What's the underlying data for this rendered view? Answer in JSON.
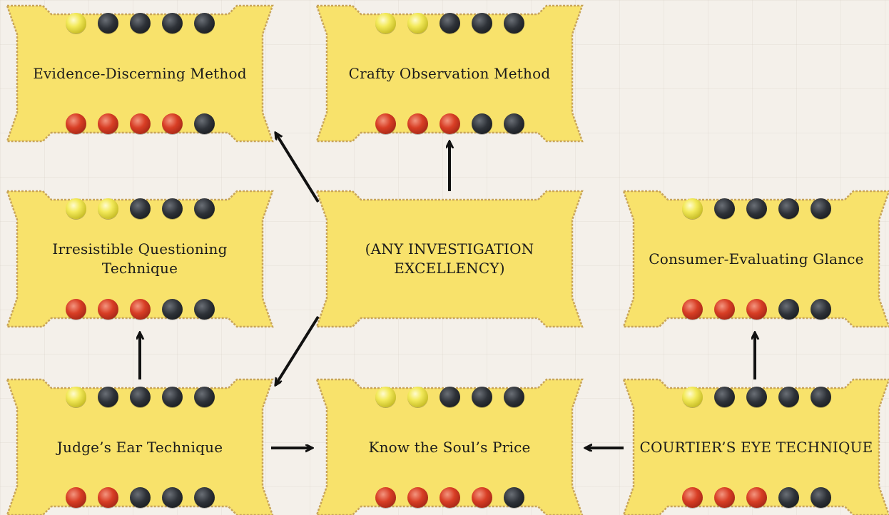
{
  "nodes": [
    {
      "id": "evidence",
      "name": "Evidence-Discerning Method",
      "top": [
        "yellow",
        "black",
        "black",
        "black",
        "black"
      ],
      "bottom": [
        "red",
        "red",
        "red",
        "red",
        "black"
      ]
    },
    {
      "id": "crafty",
      "name": "Crafty Observation Method",
      "top": [
        "yellow",
        "yellow",
        "black",
        "black",
        "black"
      ],
      "bottom": [
        "red",
        "red",
        "red",
        "black",
        "black"
      ]
    },
    {
      "id": "irresistible",
      "name": "Irresistible Questioning Technique",
      "top": [
        "yellow",
        "yellow",
        "black",
        "black",
        "black"
      ],
      "bottom": [
        "red",
        "red",
        "red",
        "black",
        "black"
      ]
    },
    {
      "id": "any",
      "name": "(ANY INVESTIGATION EXCELLENCY)",
      "top": [],
      "bottom": []
    },
    {
      "id": "consumer",
      "name": "Consumer-Evaluating Glance",
      "top": [
        "yellow",
        "black",
        "black",
        "black",
        "black"
      ],
      "bottom": [
        "red",
        "red",
        "red",
        "black",
        "black"
      ]
    },
    {
      "id": "judge",
      "name": "Judge’s Ear Technique",
      "top": [
        "yellow",
        "black",
        "black",
        "black",
        "black"
      ],
      "bottom": [
        "red",
        "red",
        "black",
        "black",
        "black"
      ]
    },
    {
      "id": "soul",
      "name": "Know the Soul’s Price",
      "top": [
        "yellow",
        "yellow",
        "black",
        "black",
        "black"
      ],
      "bottom": [
        "red",
        "red",
        "red",
        "red",
        "black"
      ]
    },
    {
      "id": "courtier",
      "name": "COURTIER’S EYE TECHNIQUE",
      "top": [
        "yellow",
        "black",
        "black",
        "black",
        "black"
      ],
      "bottom": [
        "red",
        "red",
        "red",
        "black",
        "black"
      ]
    }
  ],
  "edges": [
    {
      "from": "any",
      "to": "evidence"
    },
    {
      "from": "any",
      "to": "crafty"
    },
    {
      "from": "any",
      "to": "judge"
    },
    {
      "from": "judge",
      "to": "irresistible"
    },
    {
      "from": "judge",
      "to": "soul"
    },
    {
      "from": "courtier",
      "to": "soul"
    },
    {
      "from": "courtier",
      "to": "consumer"
    }
  ],
  "colors": {
    "card_fill": "#f8e26b",
    "card_border": "#c8a45a",
    "arrow": "#111111",
    "dot_yellow": "#f3ea5a",
    "dot_black": "#2e3238",
    "dot_red": "#d83e25"
  }
}
